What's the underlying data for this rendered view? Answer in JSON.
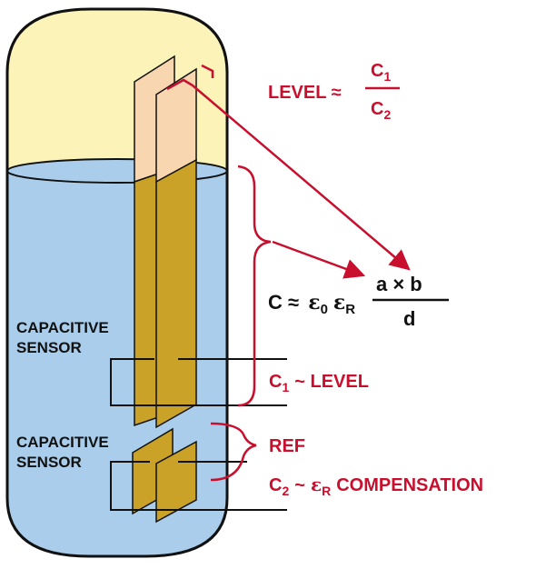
{
  "colors": {
    "tank_outline": "#111111",
    "gas_fill": "#fbf3b8",
    "liquid_fill": "#a9cdea",
    "electrode_dry": "#f8d6b0",
    "electrode_wet": "#c9a227",
    "accent": "#c8102e"
  },
  "labels": {
    "level_formula": {
      "prefix": "LEVEL ≈",
      "numerator": "C",
      "numerator_sub": "1",
      "denominator": "C",
      "denominator_sub": "2"
    },
    "capacitance_formula": {
      "prefix": "C ≈",
      "eps": "ε",
      "eps0_sub": "0",
      "epsR_sub": "R",
      "numerator": "a × b",
      "denominator": "d"
    },
    "c1_level": {
      "c": "C",
      "sub": "1",
      "text": "~ LEVEL"
    },
    "ref": "REF",
    "c2_comp": {
      "c": "C",
      "sub": "2",
      "tilde": "~",
      "eps": "ε",
      "eps_sub": "R",
      "text": "COMPENSATION"
    },
    "sensor_upper": {
      "line1": "CAPACITIVE",
      "line2": "SENSOR"
    },
    "sensor_lower": {
      "line1": "CAPACITIVE",
      "line2": "SENSOR"
    }
  }
}
